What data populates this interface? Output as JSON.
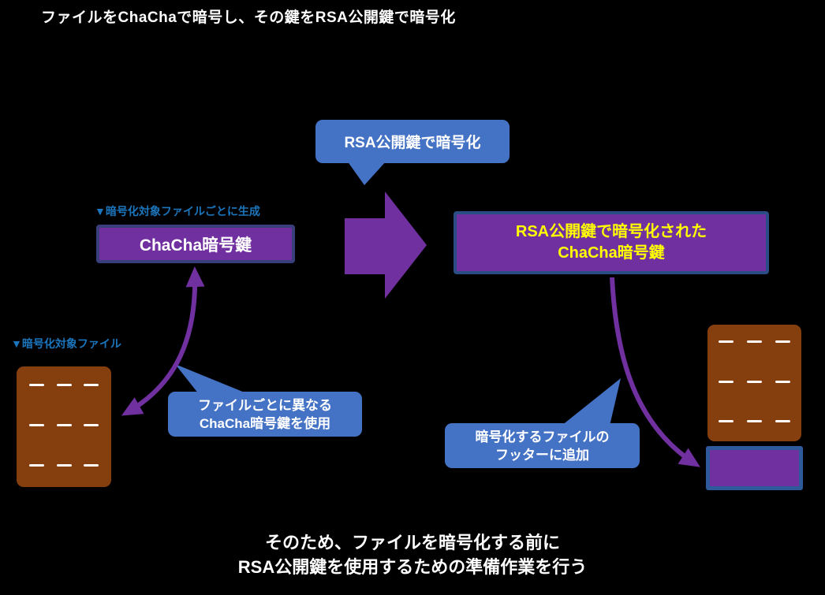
{
  "colors": {
    "background": "#000000",
    "callout_blue": "#4472C4",
    "purple": "#7030A0",
    "brown": "#853E0E",
    "border_indigo": "#383f7a",
    "border_blue": "#2b4d85",
    "footer_border": "#2e5a9c",
    "label_blue": "#1b75bc",
    "yellow_text": "#ffff00",
    "white": "#ffffff"
  },
  "title": "ファイルをChaChaで暗号し、その鍵をRSA公開鍵で暗号化",
  "diagram": {
    "callout_rsa_encrypt": {
      "label": "RSA公開鍵で暗号化"
    },
    "label_generated_per_file": "▼暗号化対象ファイルごとに生成",
    "box_chacha_key": {
      "label": "ChaCha暗号鍵"
    },
    "box_encrypted_key": {
      "line1": "RSA公開鍵で暗号化された",
      "line2": "ChaCha暗号鍵"
    },
    "label_target_file": "▼暗号化対象ファイル",
    "callout_unique_key": {
      "line1": "ファイルごとに異なる",
      "line2": "ChaCha暗号鍵を使用"
    },
    "callout_footer_append": {
      "line1": "暗号化するファイルの",
      "line2": "フッターに追加"
    }
  },
  "footnote": {
    "line1": "そのため、ファイルを暗号化する前に",
    "line2": "RSA公開鍵を使用するための準備作業を行う"
  }
}
